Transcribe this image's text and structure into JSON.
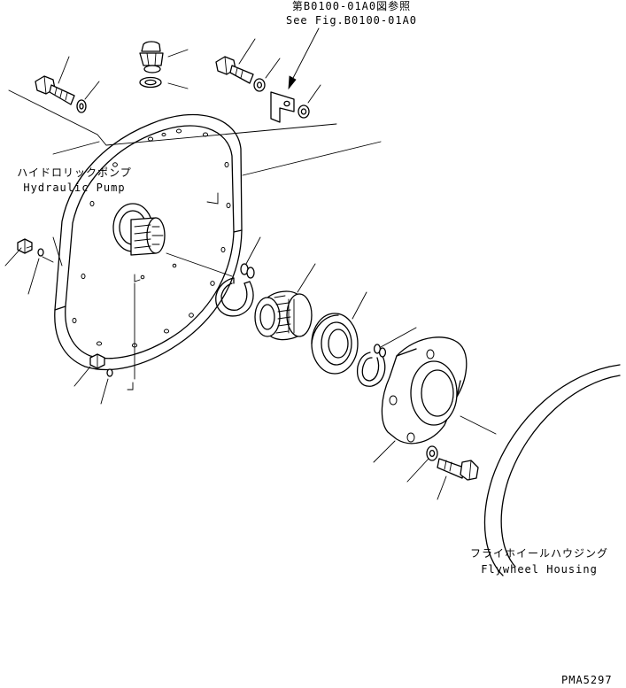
{
  "labels": {
    "ref_jp": "第B0100-01A0図参照",
    "ref_en": "See Fig.B0100-01A0",
    "pump_jp": "ハイドロリックポンプ",
    "pump_en": "Hydraulic Pump",
    "flywheel_jp": "フライホイールハウジング",
    "flywheel_en": "Flywheel Housing",
    "drawing_no": "PMA5297"
  }
}
